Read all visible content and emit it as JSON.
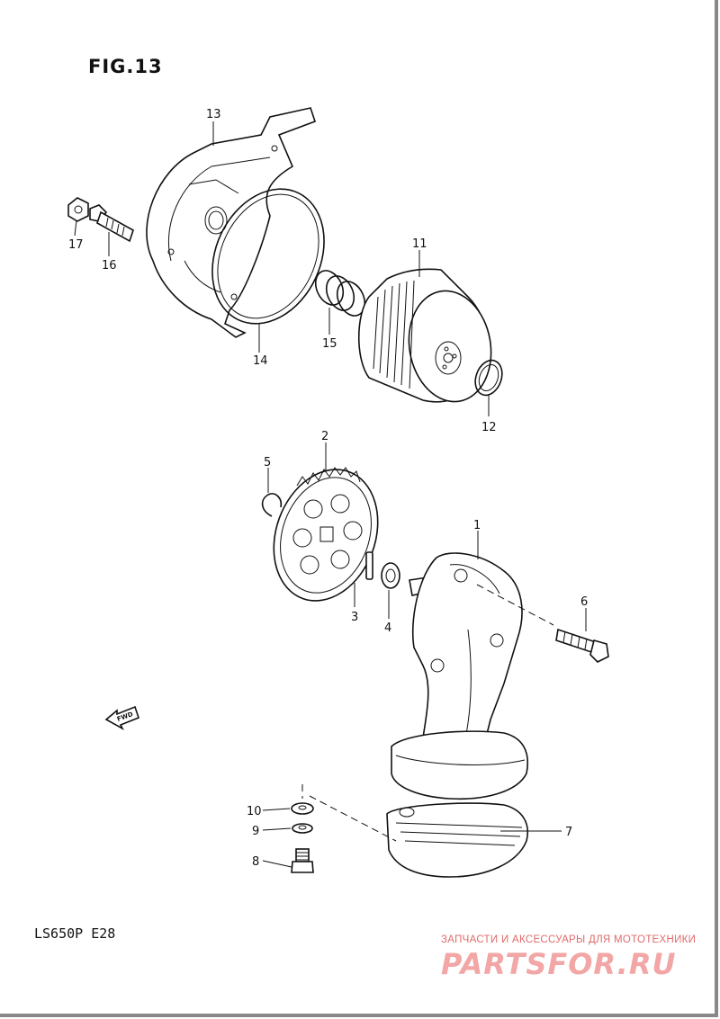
{
  "figure": {
    "title": "FIG.13",
    "model_code": "LS650P  E28"
  },
  "callouts": [
    "1",
    "2",
    "3",
    "4",
    "5",
    "6",
    "7",
    "8",
    "9",
    "10",
    "11",
    "12",
    "13",
    "14",
    "15",
    "16",
    "17"
  ],
  "fwd_arrow_text": "FWD",
  "watermark": {
    "tagline": "ЗАПЧАСТИ И АКСЕССУАРЫ ДЛЯ МОТОТЕХНИКИ",
    "logo": "PARTSFOR.RU"
  },
  "colors": {
    "ink": "#111111",
    "watermark": "#e06a6a"
  }
}
